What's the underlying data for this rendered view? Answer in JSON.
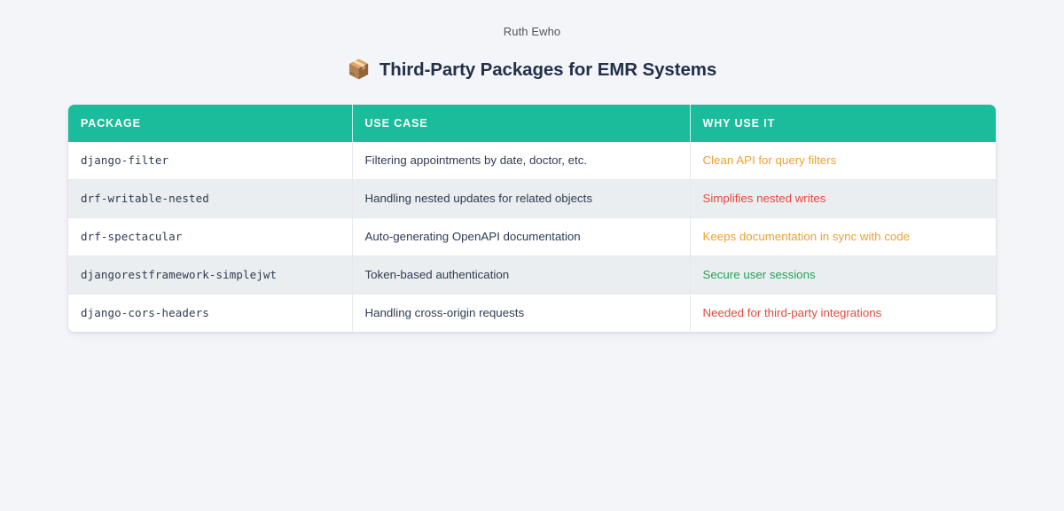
{
  "byline": "Ruth Ewho",
  "title": {
    "emoji": "📦",
    "emoji_name": "package-emoji",
    "text": "Third-Party Packages for EMR Systems"
  },
  "colors": {
    "page_background": "#f4f5f9",
    "header_teal": "#1bbc9b",
    "header_text": "#ffffff",
    "title_text": "#22304a",
    "byline_text": "#55565a",
    "row_stripe": "#ebeef0",
    "row_plain": "#ffffff",
    "body_text": "#2d3b52",
    "accent_orange": "#f0a12e",
    "accent_red": "#e6483c",
    "accent_green": "#27a25c"
  },
  "table": {
    "columns": [
      "PACKAGE",
      "USE CASE",
      "WHY USE IT"
    ],
    "rows": [
      {
        "package": "django-filter",
        "use_case": "Filtering appointments by date, doctor, etc.",
        "why": "Clean API for query filters",
        "why_color": "#f0a12e"
      },
      {
        "package": "drf-writable-nested",
        "use_case": "Handling nested updates for related objects",
        "why": "Simplifies nested writes",
        "why_color": "#e6483c"
      },
      {
        "package": "drf-spectacular",
        "use_case": "Auto-generating OpenAPI documentation",
        "why": "Keeps documentation in sync with code",
        "why_color": "#f0a12e"
      },
      {
        "package": "djangorestframework-simplejwt",
        "use_case": "Token-based authentication",
        "why": "Secure user sessions",
        "why_color": "#27a25c"
      },
      {
        "package": "django-cors-headers",
        "use_case": "Handling cross-origin requests",
        "why": "Needed for third-party integrations",
        "why_color": "#e6483c"
      }
    ]
  }
}
